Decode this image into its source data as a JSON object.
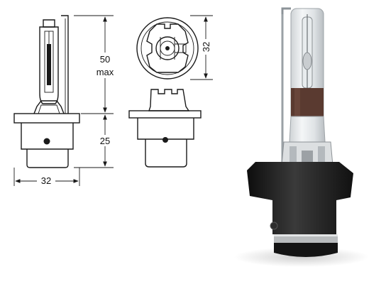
{
  "diagram": {
    "dimensions": {
      "overall_height": "50",
      "overall_height_note": "max",
      "base_height": "25",
      "base_width": "32",
      "top_view_diameter": "32"
    }
  },
  "colors": {
    "line": "#1a1a1a",
    "socket": "#1c1c1c",
    "glass_coating": "#5a3a30",
    "background": "#ffffff"
  }
}
